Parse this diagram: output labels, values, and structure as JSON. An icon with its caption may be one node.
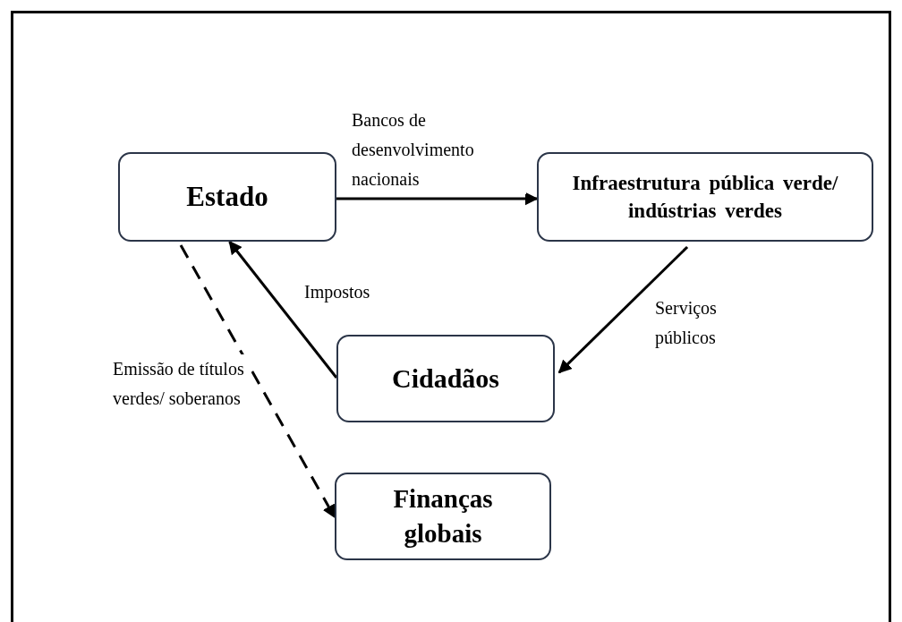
{
  "diagram": {
    "nodes": [
      {
        "text": [
          "Estado"
        ]
      },
      {
        "text": [
          "Infraestrutura pública verde/ indústrias verdes"
        ]
      },
      {
        "text": [
          "Cidadãos"
        ]
      },
      {
        "text": [
          "Finanças globais"
        ]
      }
    ],
    "edges": [
      {
        "from": 0,
        "to": 1,
        "arrow": "to",
        "label": "Bancos de desenvolvimento nacionais"
      },
      {
        "from": 1,
        "to": 2,
        "arrow": "to",
        "label": "Serviços públicos"
      },
      {
        "from": 2,
        "to": 0,
        "arrow": "to",
        "label": "Impostos"
      },
      {
        "from": 0,
        "to": 3,
        "arrow": "to",
        "label": "Emissão de títulos verdes/ soberanos",
        "style": "dashed"
      }
    ]
  }
}
